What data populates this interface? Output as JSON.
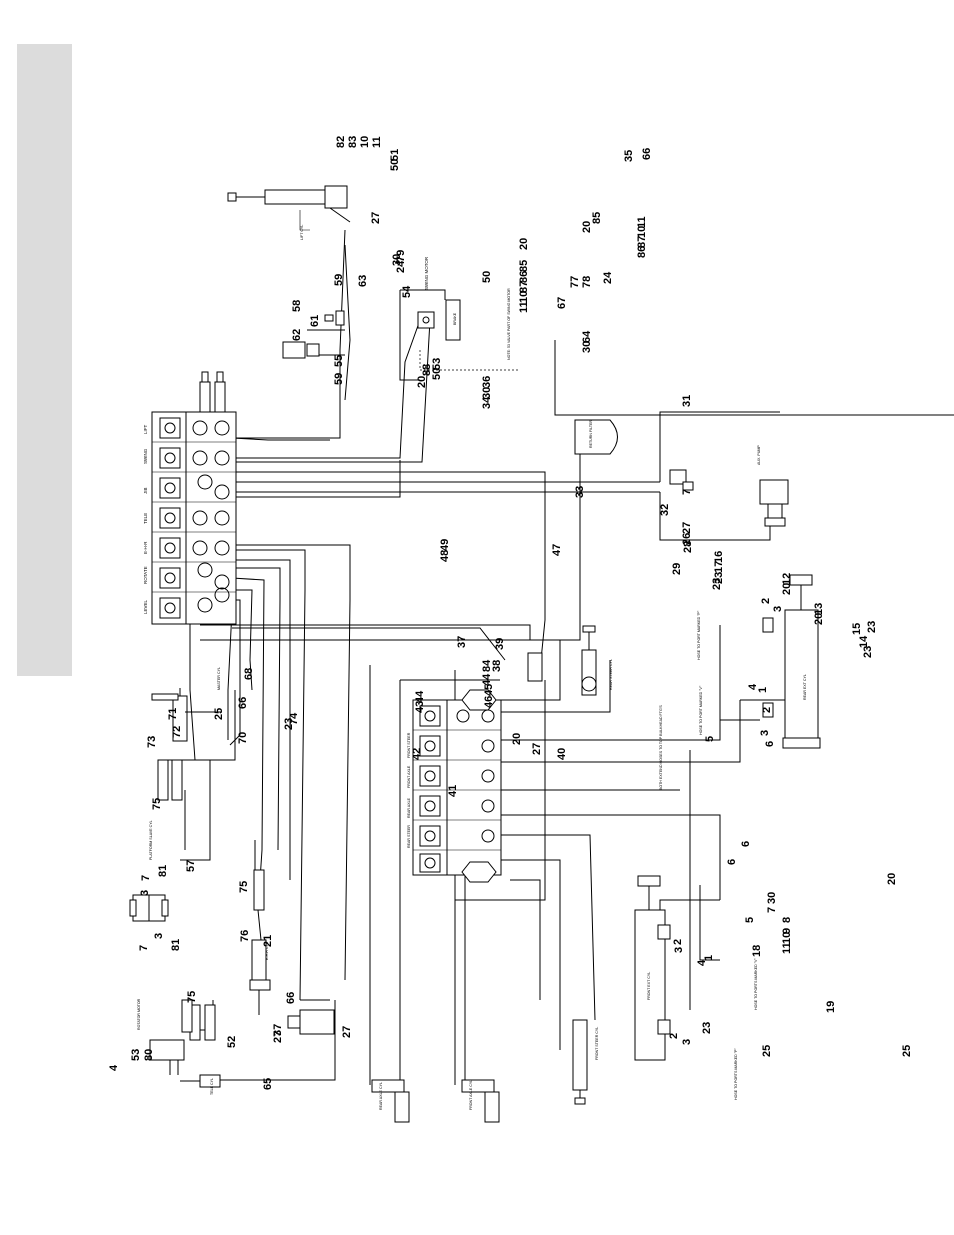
{
  "valve_top": [
    "LEVEL",
    "ROTATE",
    "E-H-R",
    "TELE",
    "JIB",
    "SWING",
    "LIFT"
  ],
  "valve_bottom": [
    "FRONT STEER",
    "FRONT AXLE",
    "REAR AXLE",
    "REAR STEER"
  ],
  "components": {
    "lift_cyl": "LIFT CYL",
    "swing_motor": "SWING MOTOR",
    "brake": "BRAKE",
    "note_swing": "NOTE: 53 VALVE PART OF SWING MOTOR",
    "return_filter": "RETURN FILTER",
    "aux_pump": "AUX. PUMP",
    "rear_steer_cyl": "REAR STEER CYL",
    "rear_ext_cyl": "REAR EXT CYL",
    "front_ext_cyl": "FRONT EXT CYL",
    "front_steer_cyl": "FRONT STEER CYL",
    "platform_slave": "PLATFORM SLAVE CYL",
    "rotator_motor": "ROTATOR MOTOR",
    "tele_cyl": "TELE CYL",
    "ehr_cyl": "E-H-R CYL",
    "rear_axle_cyl": "REAR AXLE CYL",
    "front_axle_cyl": "FRONT AXLE CYL",
    "hose_port_p": "HOSE TO PORT MARKED \"P\"",
    "hose_port_v": "HOSE TO PORT MARKED \"V\"",
    "hose_ports_p": "HOSE TO PORTS MARKED \"P\"",
    "hose_ports_v": "HOSE TO PORTS MARKED \"V\"",
    "both_extend": "BOTH EXTEND HOSES TO TOP BULKHEAD FTG'S"
  },
  "callouts": [
    [
      "11",
      148,
      380
    ],
    [
      "10",
      148,
      368
    ],
    [
      "83",
      148,
      356
    ],
    [
      "82",
      148,
      344
    ],
    [
      "51",
      161,
      398
    ],
    [
      "50",
      171,
      398
    ],
    [
      "30",
      266,
      400
    ],
    [
      "54",
      298,
      410
    ],
    [
      "88",
      376,
      430
    ],
    [
      "20",
      388,
      425
    ],
    [
      "85",
      272,
      527
    ],
    [
      "86",
      283,
      527
    ],
    [
      "87",
      293,
      527
    ],
    [
      "10",
      303,
      527
    ],
    [
      "11",
      313,
      527
    ],
    [
      "20",
      250,
      527
    ],
    [
      "36",
      388,
      490
    ],
    [
      "30",
      399,
      490
    ],
    [
      "34",
      409,
      490
    ],
    [
      "47",
      556,
      560
    ],
    [
      "49",
      551,
      448
    ],
    [
      "48",
      562,
      448
    ],
    [
      "37",
      648,
      465
    ],
    [
      "39",
      650,
      503
    ],
    [
      "38",
      672,
      500
    ],
    [
      "84",
      672,
      490
    ],
    [
      "44",
      686,
      490
    ],
    [
      "45",
      696,
      492
    ],
    [
      "46",
      708,
      492
    ],
    [
      "44",
      703,
      423
    ],
    [
      "43",
      713,
      423
    ],
    [
      "42",
      760,
      420
    ],
    [
      "41",
      797,
      456
    ],
    [
      "40",
      760,
      565
    ],
    [
      "20",
      745,
      520
    ],
    [
      "27",
      755,
      540
    ],
    [
      "35",
      162,
      632
    ],
    [
      "66",
      160,
      650
    ],
    [
      "11",
      228,
      645
    ],
    [
      "10",
      238,
      645
    ],
    [
      "87",
      248,
      645
    ],
    [
      "86",
      258,
      645
    ],
    [
      "85",
      224,
      600
    ],
    [
      "20",
      233,
      590
    ],
    [
      "24",
      284,
      611
    ],
    [
      "77",
      288,
      578
    ],
    [
      "78",
      288,
      590
    ],
    [
      "67",
      309,
      565
    ],
    [
      "64",
      343,
      590
    ],
    [
      "30",
      353,
      590
    ],
    [
      "33",
      498,
      583
    ],
    [
      "32",
      516,
      668
    ],
    [
      "31",
      407,
      690
    ],
    [
      "7",
      495,
      690
    ],
    [
      "27",
      534,
      690
    ],
    [
      "26",
      545,
      690
    ],
    [
      "28",
      553,
      691
    ],
    [
      "29",
      575,
      680
    ],
    [
      "16",
      563,
      722
    ],
    [
      "17",
      573,
      722
    ],
    [
      "23",
      584,
      722
    ],
    [
      "23",
      590,
      720
    ],
    [
      "12",
      585,
      790
    ],
    [
      "20",
      595,
      790
    ],
    [
      "13",
      615,
      822
    ],
    [
      "20",
      625,
      822
    ],
    [
      "15",
      635,
      860
    ],
    [
      "23",
      633,
      875
    ],
    [
      "14",
      648,
      867
    ],
    [
      "23",
      658,
      871
    ],
    [
      "20",
      885,
      895
    ],
    [
      "30",
      904,
      775
    ],
    [
      "7",
      913,
      775
    ],
    [
      "8",
      923,
      790
    ],
    [
      "9",
      934,
      790
    ],
    [
      "10",
      944,
      790
    ],
    [
      "11",
      954,
      790
    ],
    [
      "19",
      1013,
      834
    ],
    [
      "25",
      1057,
      910
    ],
    [
      "18",
      957,
      760
    ],
    [
      "25",
      1057,
      770
    ],
    [
      "23",
      1034,
      710
    ],
    [
      "62",
      341,
      300
    ],
    [
      "61",
      327,
      318
    ],
    [
      "58",
      312,
      300
    ],
    [
      "59",
      286,
      342
    ],
    [
      "55",
      367,
      342
    ],
    [
      "59",
      385,
      342
    ],
    [
      "63",
      287,
      366
    ],
    [
      "79",
      262,
      404
    ],
    [
      "24",
      273,
      404
    ],
    [
      "50",
      283,
      490
    ],
    [
      "53",
      370,
      440
    ],
    [
      "50",
      380,
      440
    ],
    [
      "27",
      224,
      379
    ],
    [
      "68",
      680,
      252
    ],
    [
      "66",
      709,
      246
    ],
    [
      "25",
      720,
      222
    ],
    [
      "71",
      720,
      176
    ],
    [
      "72",
      738,
      180
    ],
    [
      "70",
      744,
      246
    ],
    [
      "23",
      730,
      292
    ],
    [
      "74",
      725,
      297
    ],
    [
      "73",
      748,
      155
    ],
    [
      "75",
      810,
      160
    ],
    [
      "57",
      872,
      194
    ],
    [
      "81",
      877,
      166
    ],
    [
      "7",
      881,
      149
    ],
    [
      "3",
      896,
      148
    ],
    [
      "81",
      951,
      179
    ],
    [
      "7",
      951,
      147
    ],
    [
      "3",
      939,
      162
    ],
    [
      "75",
      1003,
      195
    ],
    [
      "4",
      1071,
      117
    ],
    [
      "53",
      1061,
      139
    ],
    [
      "80",
      1061,
      152
    ],
    [
      "52",
      1048,
      235
    ],
    [
      "37",
      1036,
      281
    ],
    [
      "27",
      1043,
      281
    ],
    [
      "27",
      1038,
      350
    ],
    [
      "66",
      1004,
      294
    ],
    [
      "76",
      942,
      248
    ],
    [
      "21",
      947,
      271
    ],
    [
      "75",
      893,
      247
    ],
    [
      "65",
      1090,
      271
    ],
    [
      "3",
      612,
      781
    ],
    [
      "2",
      604,
      769
    ],
    [
      "4",
      690,
      756
    ],
    [
      "1",
      693,
      766
    ],
    [
      "5",
      742,
      713
    ],
    [
      "3",
      736,
      768
    ],
    [
      "2",
      713,
      770
    ],
    [
      "6",
      747,
      773
    ],
    [
      "6",
      847,
      749
    ],
    [
      "6",
      865,
      735
    ],
    [
      "5",
      923,
      753
    ],
    [
      "2",
      945,
      681
    ],
    [
      "3",
      953,
      682
    ],
    [
      "4",
      966,
      705
    ],
    [
      "1",
      961,
      712
    ],
    [
      "2",
      1039,
      677
    ],
    [
      "3",
      1045,
      690
    ]
  ]
}
